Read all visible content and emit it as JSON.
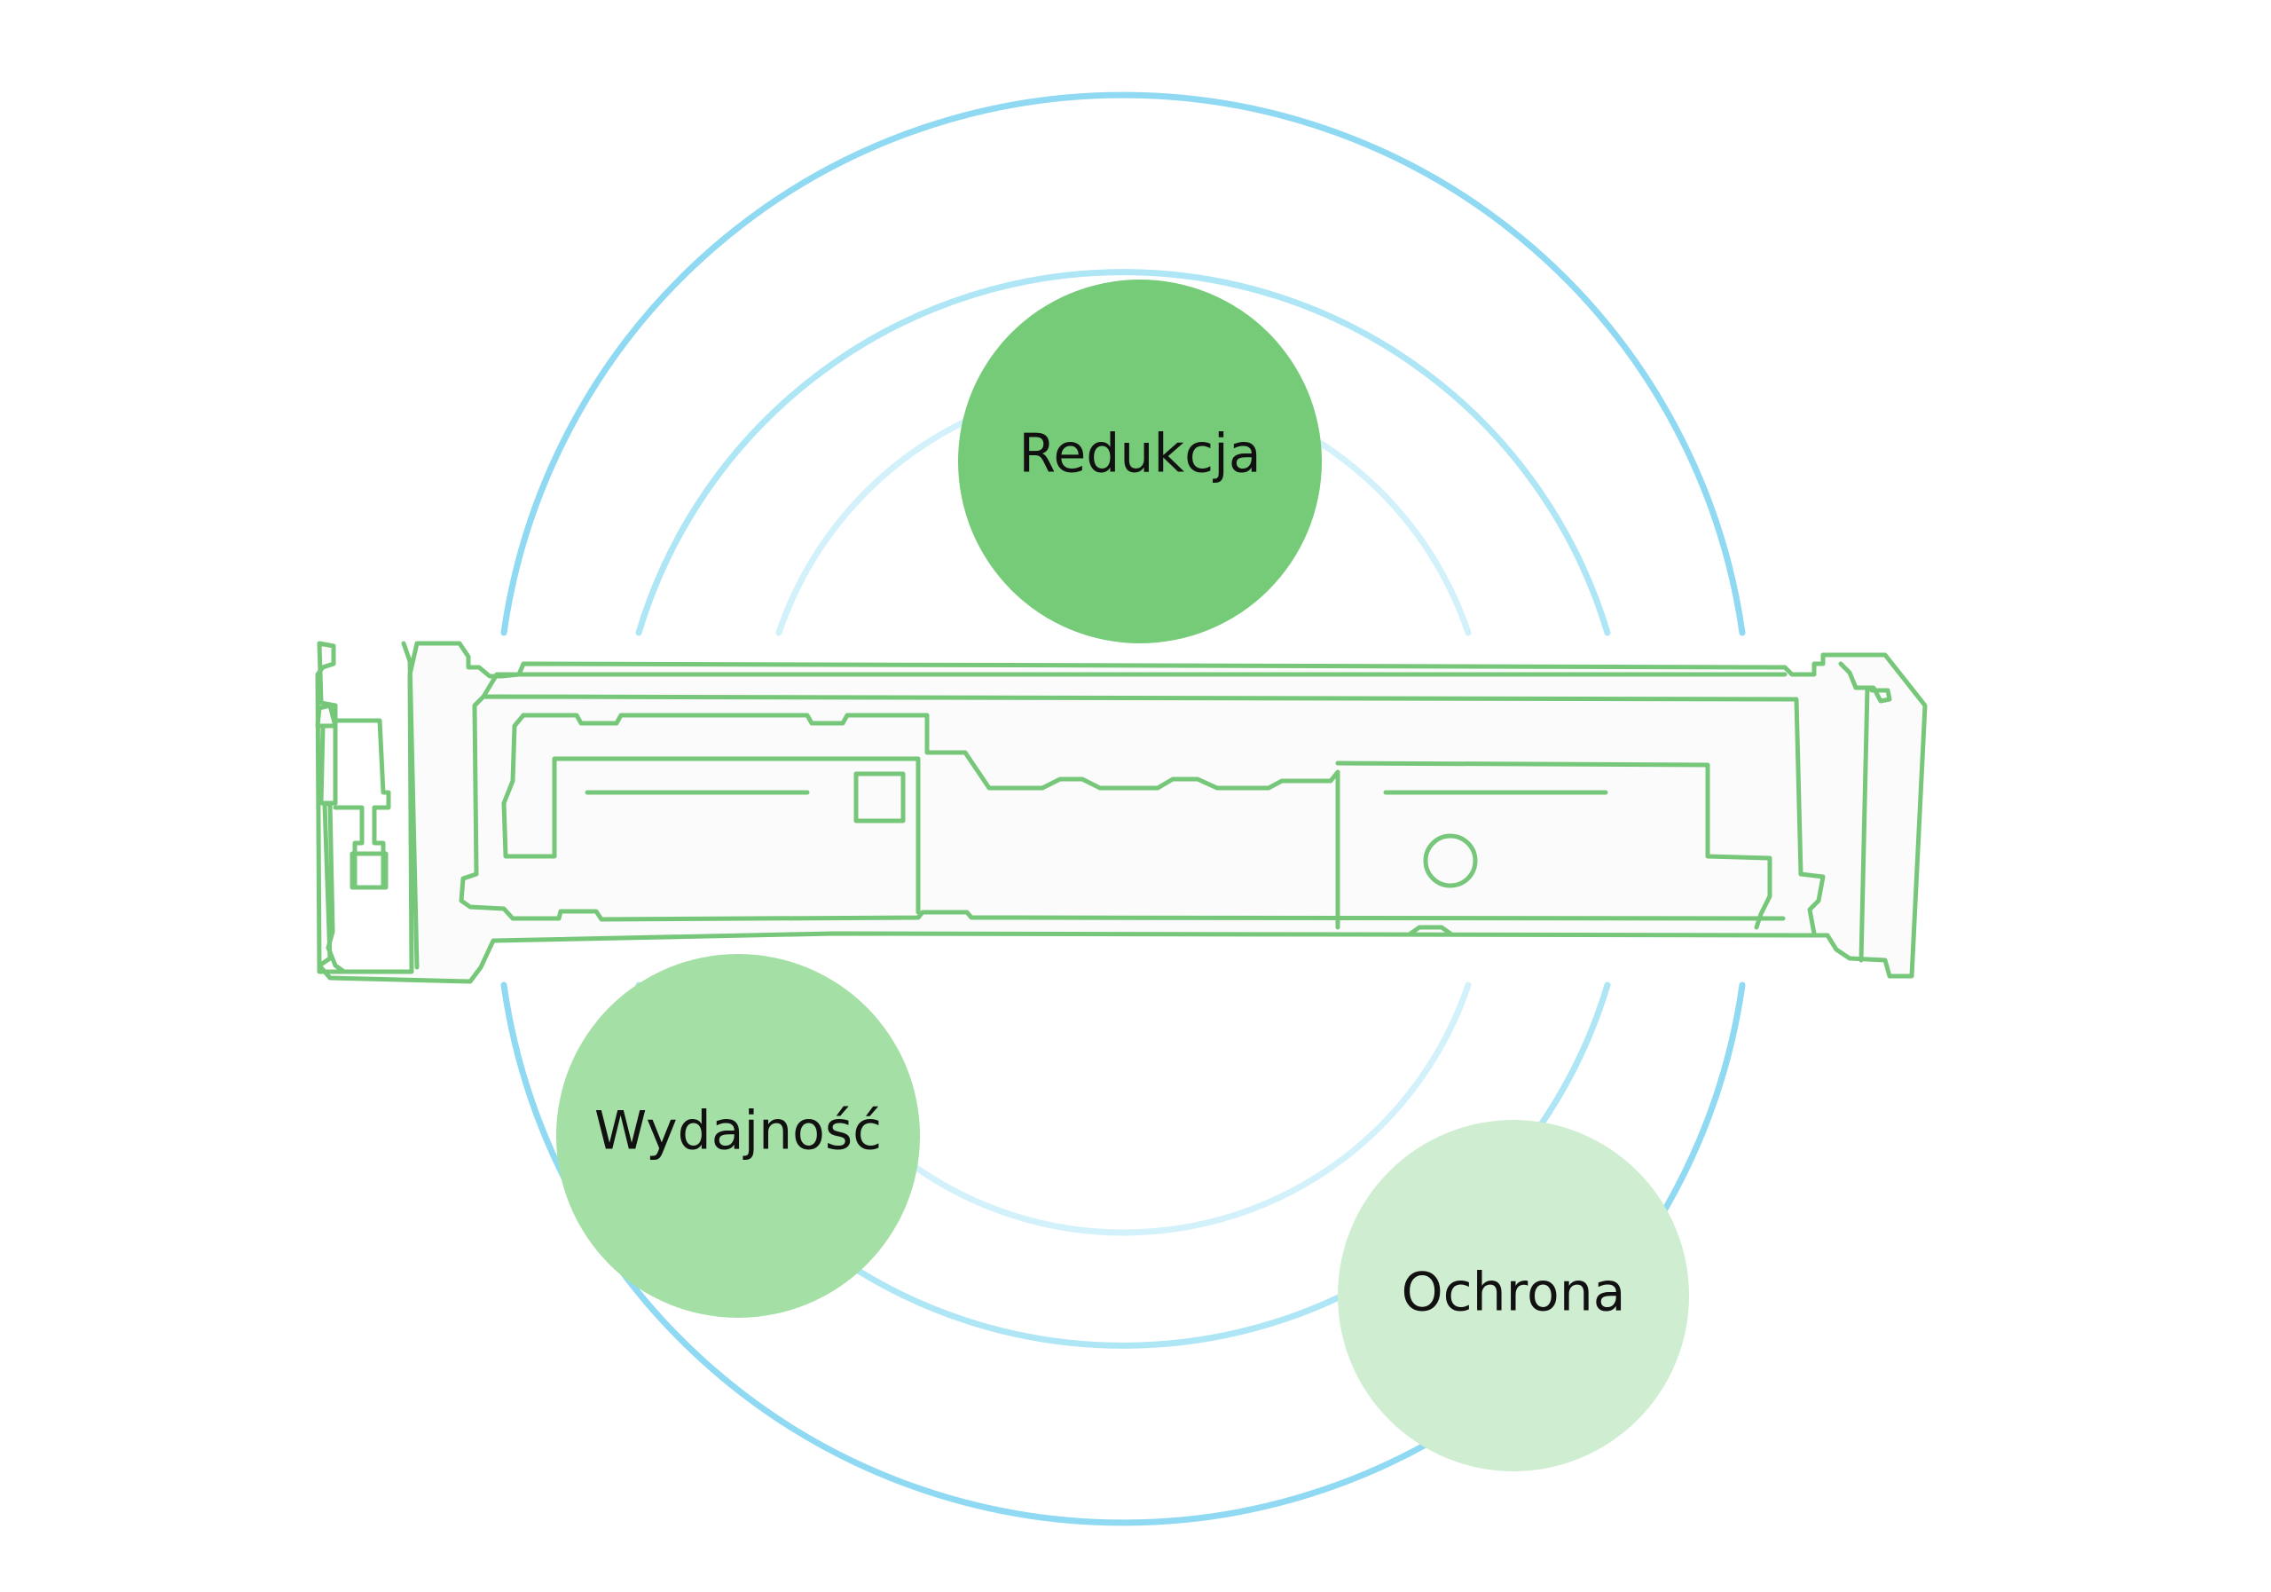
{
  "colors": {
    "background": "#ffffff",
    "ring_outer": "#8fd9f2",
    "ring_middle": "#aee6f6",
    "ring_inner": "#d3f1fa",
    "cartridge_stroke": "#77c77a",
    "cartridge_fill": "#fbfbfb",
    "bubble_dark": "#76cb78",
    "bubble_medium": "#a4dfa5",
    "bubble_light": "#cfedd0",
    "label_text": "#111111"
  },
  "diagram": {
    "center_icon": "toner-cartridge-icon",
    "bubbles": [
      {
        "label": "Redukcja"
      },
      {
        "label": "Wydajność"
      },
      {
        "label": "Ochrona"
      }
    ]
  }
}
